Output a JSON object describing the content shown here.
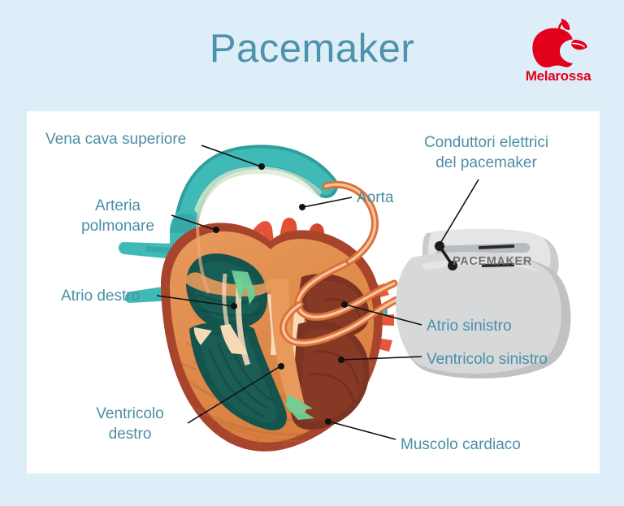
{
  "page": {
    "background_color": "#ddeef8",
    "card_color": "#ffffff"
  },
  "header": {
    "title": "Pacemaker",
    "title_color": "#4d93ab"
  },
  "logo": {
    "name": "melarossa-logo",
    "brand": "Melarossa",
    "color": "#e2001a",
    "icon": "red-apple-with-bite-and-leaf"
  },
  "diagram": {
    "type": "anatomical-illustration",
    "subject": "human-heart-with-pacemaker",
    "label_color": "#4b8fa6",
    "device": {
      "name": "pacemaker-device",
      "caption": "PACEMAKER",
      "caption_color": "#6f7173",
      "body_color": "#d4d6d8",
      "header_color": "#e8eaec"
    },
    "leads": {
      "name": "pacemaker-leads",
      "color": "#e07a42",
      "highlight_color": "#f4c3a4",
      "count": 2
    },
    "labels": [
      {
        "id": "vena-cava-superiore",
        "text": "Vena cava superiore",
        "side": "left"
      },
      {
        "id": "arteria-polmonare",
        "text": "Arteria\npolmonare",
        "side": "left"
      },
      {
        "id": "atrio-destro",
        "text": "Atrio destro",
        "side": "left"
      },
      {
        "id": "ventricolo-destro",
        "text": "Ventricolo\ndestro",
        "side": "left"
      },
      {
        "id": "aorta",
        "text": "Aorta",
        "side": "center"
      },
      {
        "id": "conduttori-elettrici",
        "text": "Conduttori elettrici\ndel pacemaker",
        "side": "right"
      },
      {
        "id": "atrio-sinistro",
        "text": "Atrio sinistro",
        "side": "right"
      },
      {
        "id": "ventricolo-sinistro",
        "text": "Ventricolo sinistro",
        "side": "right"
      },
      {
        "id": "muscolo-cardiaco",
        "text": "Muscolo cardiaco",
        "side": "right"
      }
    ],
    "anatomy_colors": {
      "vein_teal": "#35b0ae",
      "vein_teal_dark": "#2b9b99",
      "aorta_red": "#e8563c",
      "right_chamber_green": "#14544d",
      "left_chamber_brown": "#7b3422",
      "myocardium_orange": "#e08b4e",
      "myocardium_rim": "#a8432c",
      "valve_cream": "#f7d9b8",
      "flow_arrow_green": "#6fcf97"
    }
  }
}
